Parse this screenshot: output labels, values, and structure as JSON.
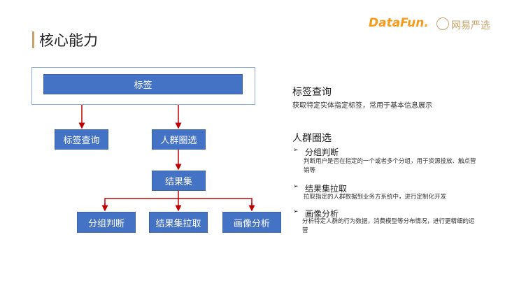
{
  "title": "核心能力",
  "logos": {
    "datafun": "DataFun.",
    "netease": "网易严选"
  },
  "diagram": {
    "root": "标签",
    "tag_query": "标签查询",
    "crowd_select": "人群圈选",
    "result_set": "结果集",
    "group_judge": "分组判断",
    "result_pull": "结果集拉取",
    "profile_analysis": "画像分析"
  },
  "colors": {
    "box": "#4472C4",
    "arrow": "#C00000",
    "accent": "#C8A26A"
  },
  "details": {
    "tag_query": {
      "title": "标签查询",
      "desc": "获取特定实体指定标签，常用于基本信息展示"
    },
    "crowd": {
      "title": "人群圈选",
      "items": [
        {
          "title": "分组判断",
          "desc": "判断用户是否在指定的一个或者多个分组，用于资源投放、触点营销等"
        },
        {
          "title": "结果集拉取",
          "desc": "拉取指定的人群数据到业务方系统中，进行定制化开发"
        },
        {
          "title": "画像分析",
          "desc": "分析特定人群的行为数据，消费模型等分布情况，进行更精细的运营"
        }
      ]
    }
  }
}
